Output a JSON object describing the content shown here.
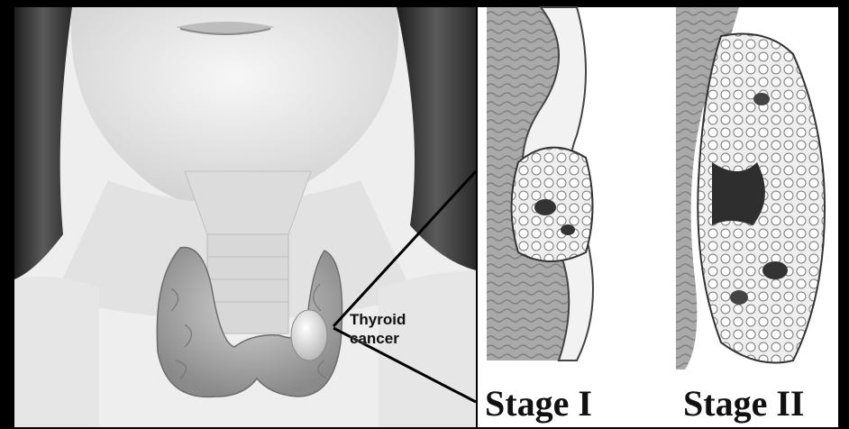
{
  "callout": {
    "label": "Thyroid\ncancer"
  },
  "stages": [
    {
      "label": "Stage I"
    },
    {
      "label": "Stage II"
    }
  ],
  "colors": {
    "frame": "#000000",
    "skin_light": "#f2f2f2",
    "hair_dark": "#3a3a3a",
    "thyroid_gland": "#b8b8b8",
    "tumor": "#e8e8e8",
    "panel_background": "#ffffff"
  }
}
